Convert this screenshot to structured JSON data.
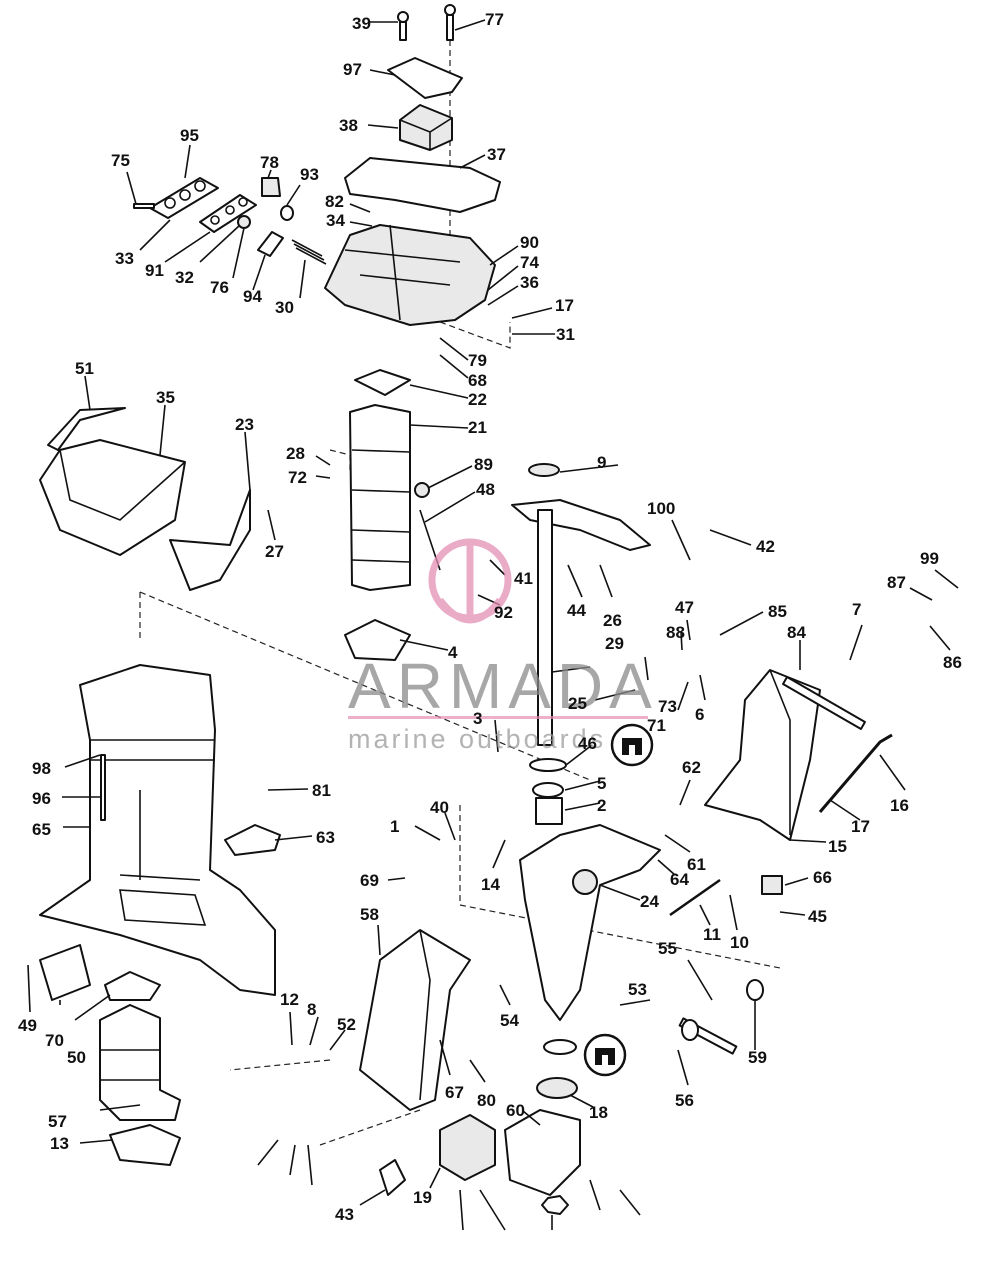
{
  "watermark": {
    "brand": "ARMADA",
    "tagline": "marine outboards",
    "accent_color": "#e48fb4"
  },
  "callouts": [
    "39",
    "77",
    "97",
    "38",
    "37",
    "95",
    "75",
    "78",
    "93",
    "82",
    "34",
    "33",
    "91",
    "32",
    "76",
    "94",
    "30",
    "90",
    "74",
    "36",
    "17",
    "31",
    "79",
    "68",
    "22",
    "21",
    "51",
    "35",
    "23",
    "28",
    "72",
    "27",
    "89",
    "48",
    "9",
    "100",
    "42",
    "41",
    "92",
    "44",
    "26",
    "99",
    "87",
    "86",
    "84",
    "47",
    "88",
    "85",
    "7",
    "29",
    "25",
    "71",
    "73",
    "6",
    "4",
    "3",
    "46",
    "5",
    "2",
    "62",
    "61",
    "64",
    "17",
    "16",
    "15",
    "98",
    "96",
    "65",
    "81",
    "63",
    "1",
    "40",
    "14",
    "24",
    "66",
    "11",
    "10",
    "45",
    "69",
    "49",
    "70",
    "50",
    "58",
    "53",
    "55",
    "54",
    "59",
    "12",
    "8",
    "52",
    "67",
    "80",
    "60",
    "18",
    "56",
    "57",
    "13",
    "43",
    "19"
  ]
}
